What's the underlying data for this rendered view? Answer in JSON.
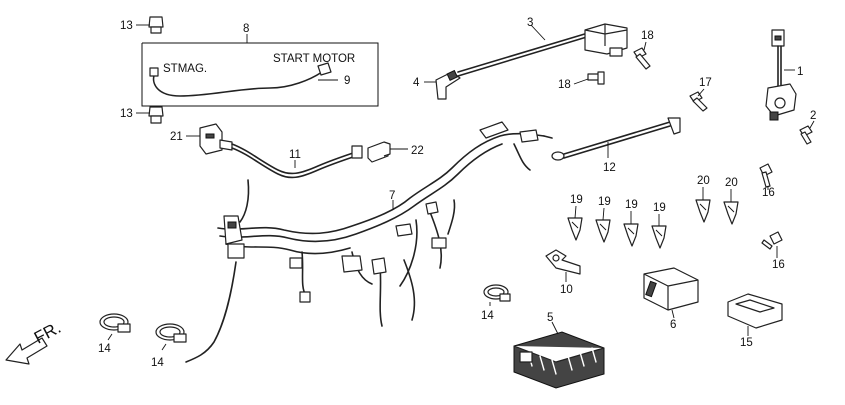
{
  "parts": {
    "p1": "1",
    "p2": "2",
    "p3": "3",
    "p4": "4",
    "p5": "5",
    "p6": "6",
    "p7": "7",
    "p8": "8",
    "p9": "9",
    "p10": "10",
    "p11": "11",
    "p12": "12",
    "p13a": "13",
    "p13b": "13",
    "p14a": "14",
    "p14b": "14",
    "p14c": "14",
    "p15": "15",
    "p16a": "16",
    "p16b": "16",
    "p17": "17",
    "p18a": "18",
    "p18b": "18",
    "p19a": "19",
    "p19b": "19",
    "p19c": "19",
    "p19d": "19",
    "p20a": "20",
    "p20b": "20",
    "p21": "21",
    "p22": "22"
  },
  "labels": {
    "st_mag": "STMAG.",
    "start_motor": "START MOTOR",
    "front": "FR."
  },
  "colors": {
    "line": "#222222",
    "background": "#ffffff"
  }
}
